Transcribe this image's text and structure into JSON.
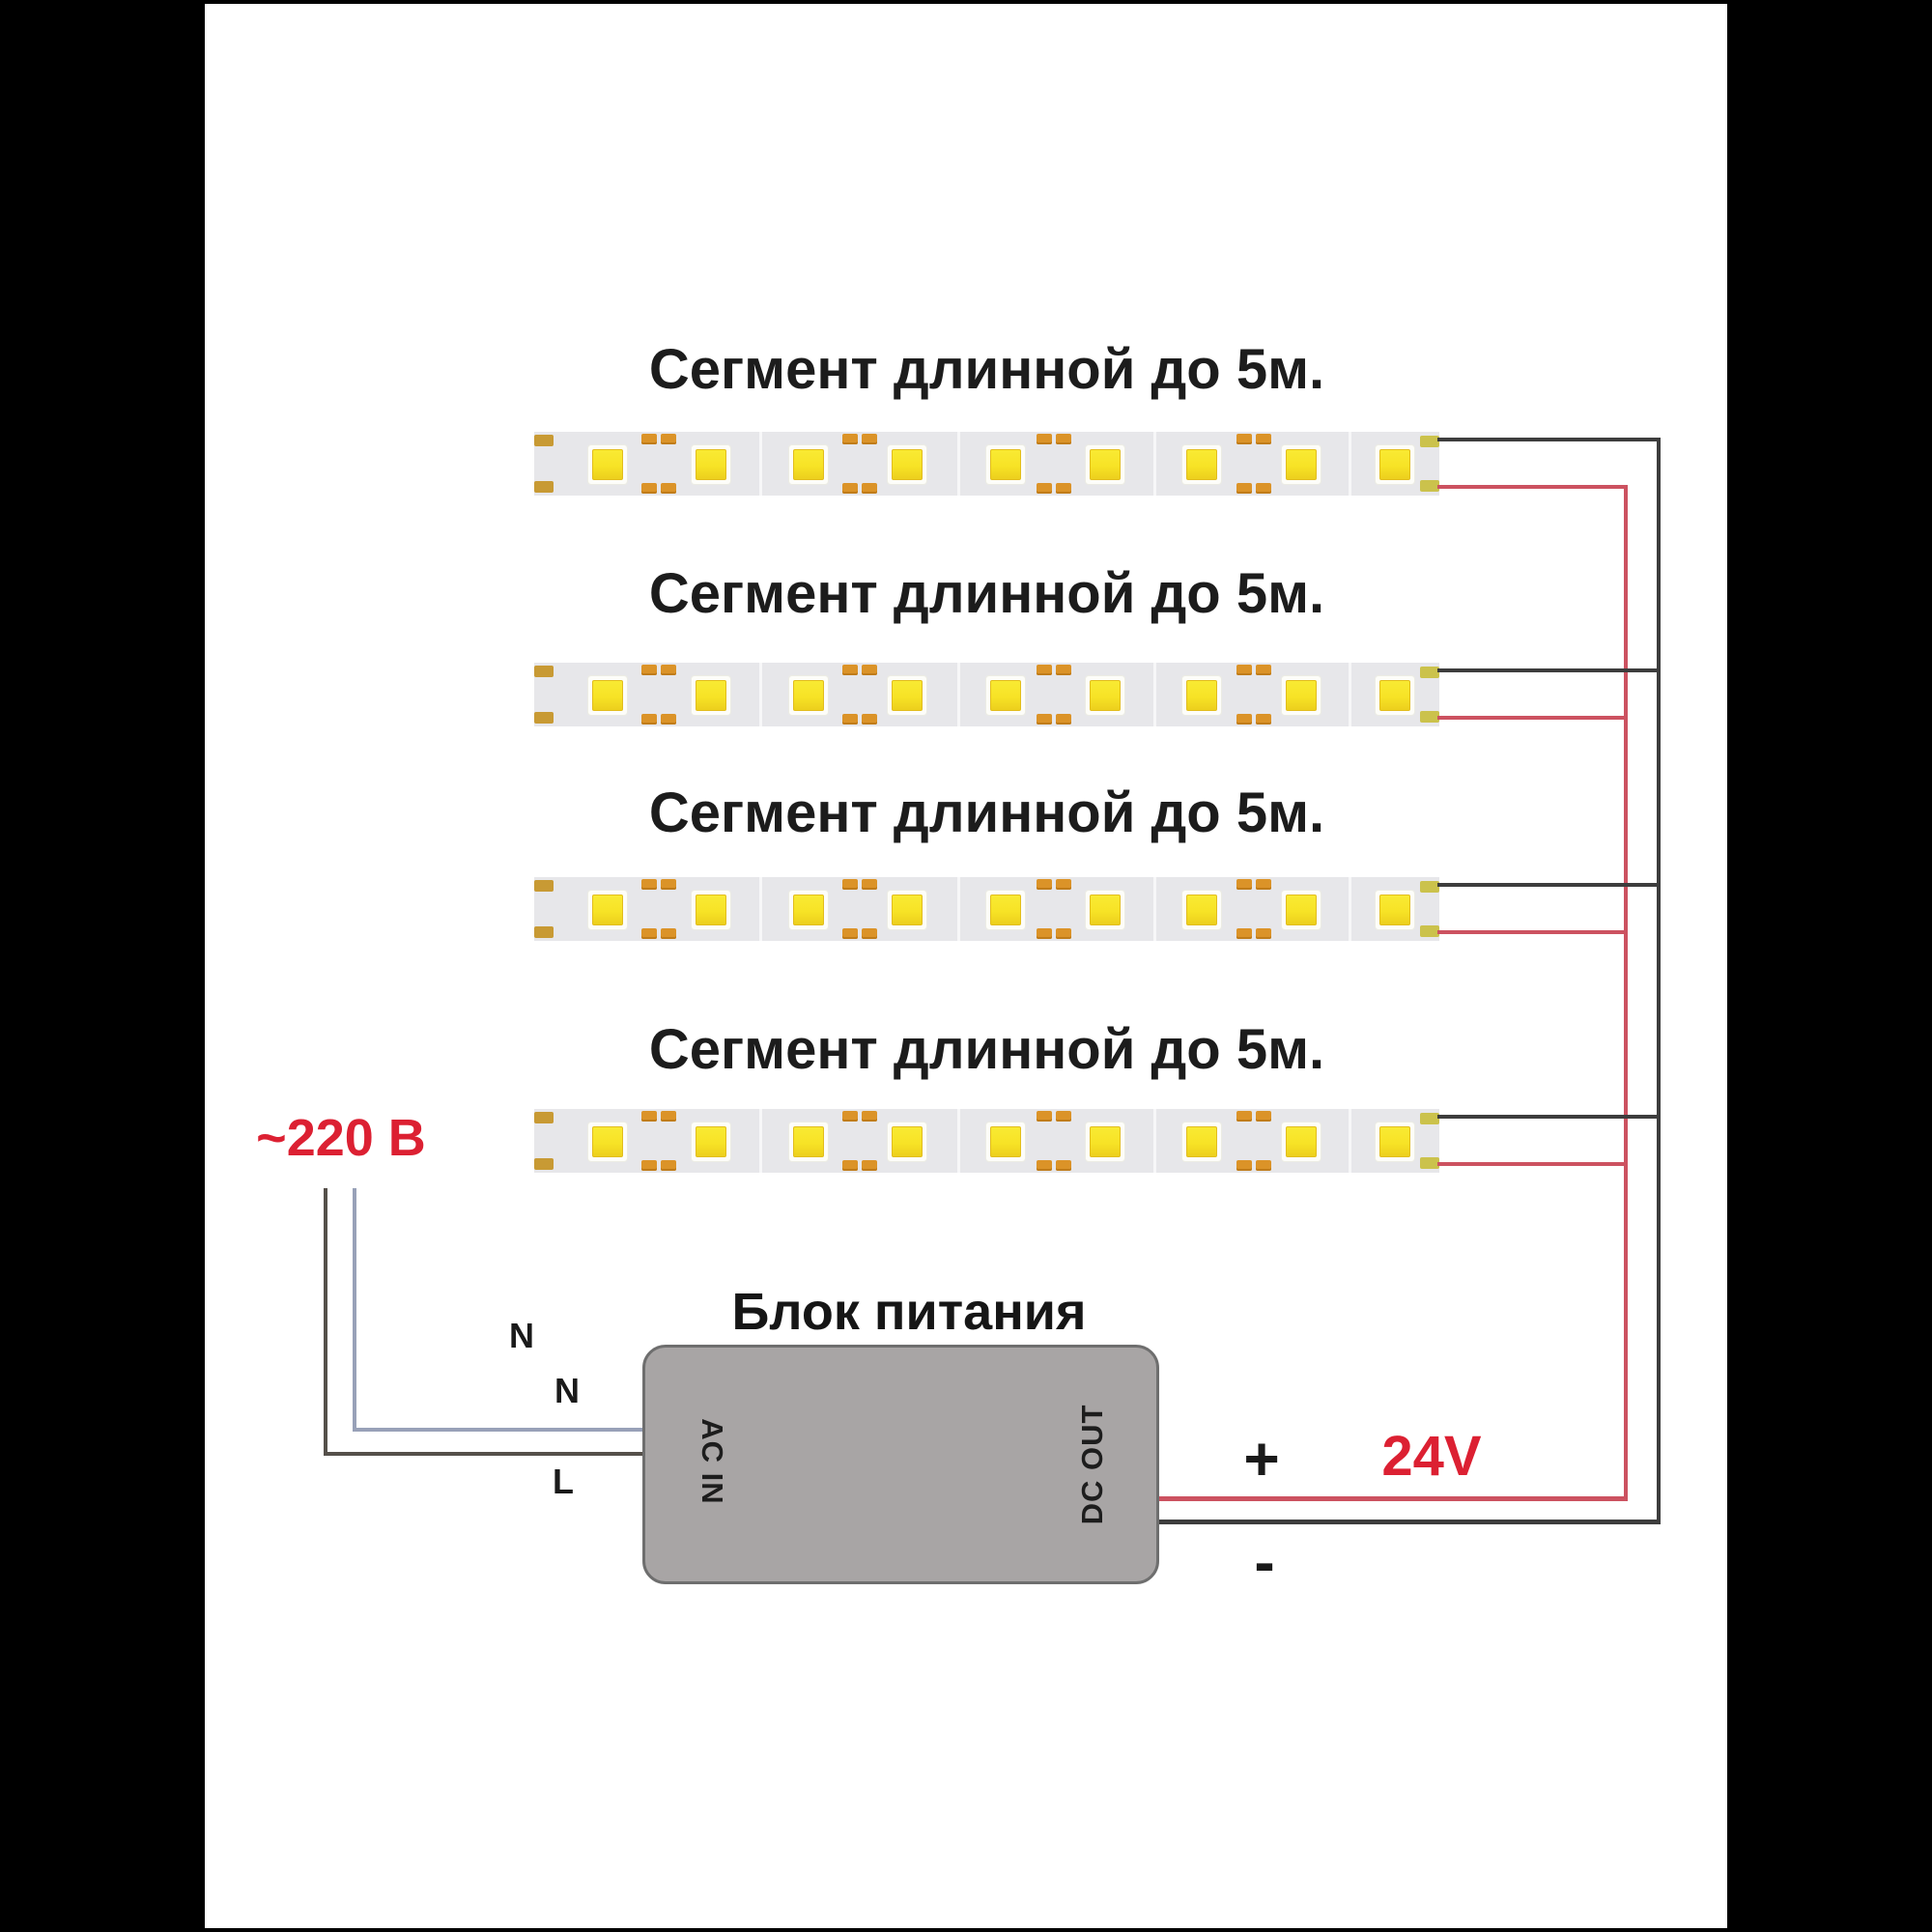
{
  "segments": [
    {
      "label": "Сегмент длинной до 5м."
    },
    {
      "label": "Сегмент длинной до 5м."
    },
    {
      "label": "Сегмент длинной до 5м."
    },
    {
      "label": "Сегмент длинной до 5м."
    }
  ],
  "power_supply": {
    "title": "Блок питания",
    "ac_label": "AC IN",
    "dc_label": "DC OUT"
  },
  "input": {
    "voltage": "~220 В",
    "wire_labels": {
      "n_top": "N",
      "n_mid": "N",
      "l": "L"
    }
  },
  "output": {
    "plus": "+",
    "minus": "-",
    "voltage": "24V"
  },
  "colors": {
    "accent_red": "#dc2032",
    "wire_red": "#cc5260",
    "wire_black": "#3d3d3d",
    "wire_neutral": "#98a1b8",
    "wire_line": "#55504a",
    "led_yellow": "#f7e326",
    "pad_orange": "#db9328",
    "strip_bg": "#e7e7ea",
    "psu_fill": "#a8a5a5",
    "psu_border": "#6e6e6e"
  }
}
